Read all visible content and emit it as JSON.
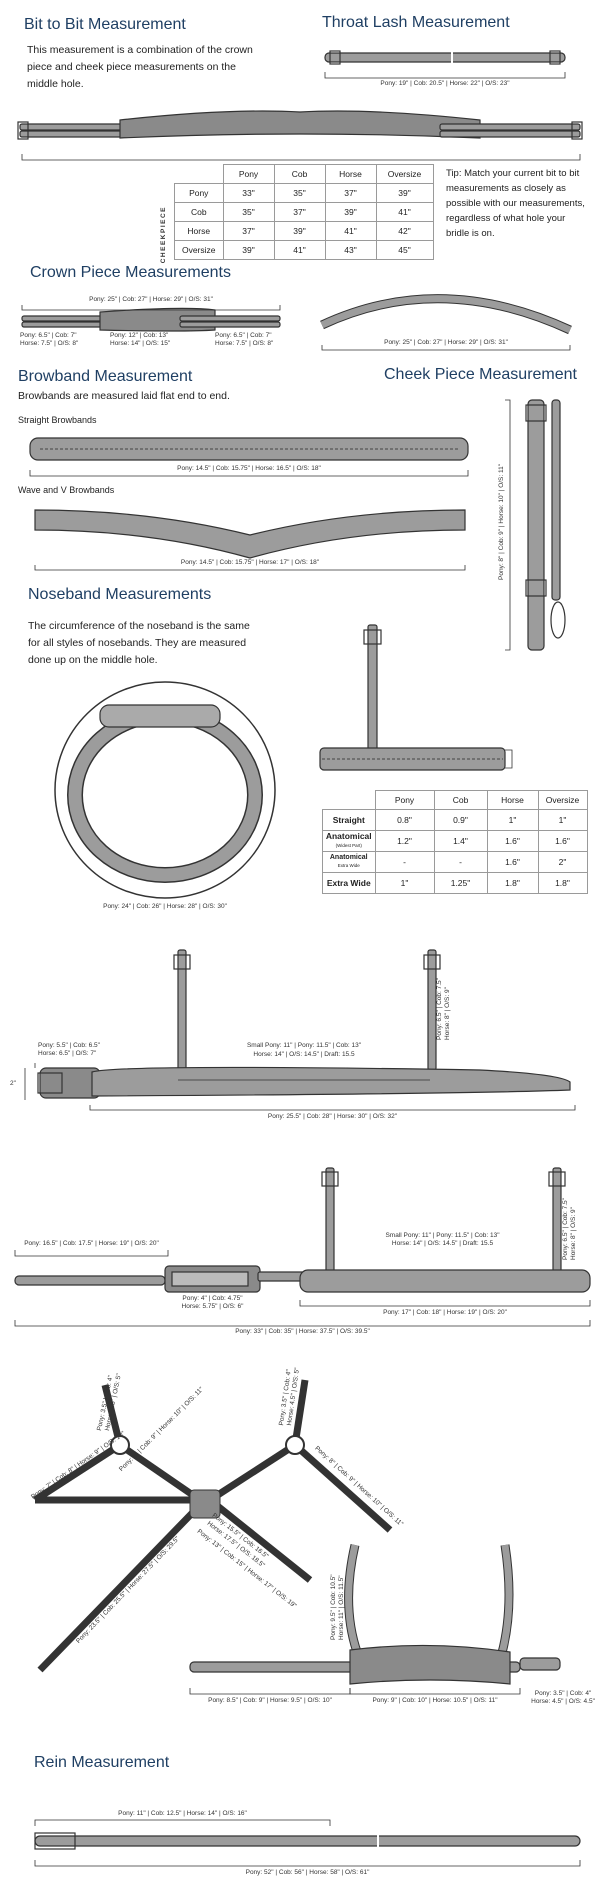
{
  "bit_to_bit": {
    "title": "Bit to Bit Measurement",
    "desc": "This measurement is a combination of the crown piece and cheek piece measurements on the middle hole.",
    "table": {
      "side_label": "CHEEKPIECE",
      "columns": [
        "Pony",
        "Cob",
        "Horse",
        "Oversize"
      ],
      "rows": [
        {
          "label": "Pony",
          "values": [
            "33\"",
            "35\"",
            "37\"",
            "39\""
          ]
        },
        {
          "label": "Cob",
          "values": [
            "35\"",
            "37\"",
            "39\"",
            "41\""
          ]
        },
        {
          "label": "Horse",
          "values": [
            "37\"",
            "39\"",
            "41\"",
            "42\""
          ]
        },
        {
          "label": "Oversize",
          "values": [
            "39\"",
            "41\"",
            "43\"",
            "45\""
          ]
        }
      ]
    },
    "tip": "Tip: Match your current bit to bit measurements as closely as possible with our measurements, regardless of what hole your bridle is on."
  },
  "throat_lash": {
    "title": "Throat Lash Measurement",
    "caption": "Pony: 19\" | Cob: 20.5\" | Horse: 22\" | O/S: 23\""
  },
  "crown_piece": {
    "title": "Crown Piece Measurements",
    "total": "Pony: 25\" | Cob: 27\" | Horse: 29\" | O/S: 31\"",
    "left_a": "Pony: 6.5\" | Cob: 7\"",
    "left_b": "Horse: 7.5\" | O/S: 8\"",
    "mid_a": "Pony: 12\" | Cob: 13\"",
    "mid_b": "Horse: 14\" | O/S: 15\"",
    "right_a": "Pony: 6.5\" | Cob: 7\"",
    "right_b": "Horse: 7.5\" | O/S: 8\"",
    "curved": "Pony: 25\" | Cob: 27\" | Horse: 29\" | O/S: 31\""
  },
  "browband": {
    "title": "Browband Measurement",
    "desc": "Browbands are measured laid flat end to end.",
    "straight_label": "Straight Browbands",
    "straight_caption": "Pony: 14.5\" | Cob: 15.75\" | Horse: 16.5\" | O/S: 18\"",
    "wave_label": "Wave and V Browbands",
    "wave_caption": "Pony: 14.5\" | Cob: 15.75\" | Horse: 17\" | O/S: 18\""
  },
  "cheek_piece": {
    "title": "Cheek Piece Measurement",
    "caption": "Pony: 8\" | Cob: 9\" | Horse: 10\" | O/S: 11\""
  },
  "noseband": {
    "title": "Noseband Measurements",
    "desc": "The circumference of the noseband is the same for all styles of nosebands. They are measured done up on the middle hole.",
    "circ_caption": "Pony: 24\" | Cob: 26\" | Horse: 28\" | O/S: 30\"",
    "width_table": {
      "columns": [
        "Pony",
        "Cob",
        "Horse",
        "Oversize"
      ],
      "rows": [
        {
          "label": "Straight",
          "sub": "",
          "values": [
            "0.8\"",
            "0.9\"",
            "1\"",
            "1\""
          ]
        },
        {
          "label": "Anatomical",
          "sub": "(Widest Part)",
          "values": [
            "1.2\"",
            "1.4\"",
            "1.6\"",
            "1.6\""
          ]
        },
        {
          "label": "Anatomical",
          "sub": "Extra Wide",
          "values": [
            "-",
            "-",
            "1.6\"",
            "2\""
          ]
        },
        {
          "label": "Extra Wide",
          "sub": "",
          "values": [
            "1\"",
            "1.25\"",
            "1.8\"",
            "1.8\""
          ]
        }
      ]
    }
  },
  "cavesson": {
    "buckle_a": "Pony: 5.5\" | Cob: 6.5\"",
    "buckle_b": "Horse: 6.5\" | O/S: 7\"",
    "height": "2\"",
    "mid_a": "Small Pony: 11\" | Pony: 11.5\" | Cob: 13\"",
    "mid_b": "Horse: 14\" | O/S: 14.5\" | Draft: 15.5",
    "strap_a": "Pony: 6.5\" | Cob: 7.5\"",
    "strap_b": "Horse: 8\" | O/S: 9\"",
    "total": "Pony: 25.5\" | Cob: 28\" | Horse: 30\" | O/S: 32\""
  },
  "flash": {
    "left": "Pony: 16.5\" | Cob: 17.5\" | Horse: 19\" | O/S: 20\"",
    "mid_a": "Small Pony: 11\" | Pony: 11.5\" | Cob: 13\"",
    "mid_b": "Horse: 14\" | O/S: 14.5\" | Draft: 15.5",
    "strap_a": "Pony: 6.5\" | Cob: 7.5\"",
    "strap_b": "Horse: 8\" | O/S: 9\"",
    "pad_a": "Pony: 4\" | Cob: 4.75\"",
    "pad_b": "Horse: 5.75\" | O/S: 6\"",
    "right": "Pony: 17\" | Cob: 18\" | Horse: 19\" | O/S: 20\"",
    "total": "Pony: 33\" | Cob: 35\" | Horse: 37.5\" | O/S: 39.5\""
  },
  "figure8": {
    "upper_left_a": "Pony: 3.5\" | Cob: 4\"",
    "upper_left_b": "Horse: 4.5\" | O/S: 5\"",
    "upper_left_long": "Pony: 8\" | Cob: 9\" | Horse: 10\" | O/S: 11\"",
    "upper_right_a": "Pony: 3.5\" | Cob: 4\"",
    "upper_right_b": "Horse: 4.5\" | O/S: 5\"",
    "upper_right_long": "Pony: 8\" | Cob: 9\" | Horse: 10\" | O/S: 11\"",
    "lower_left_short": "Pony: 7\" | Cob: 8\" | Horse: 9\" | O/S: 10\"",
    "lower_left_long": "Pony: 23.5\" | Cob: 25.5\" | Horse: 27.5\" | O/S: 29.5\"",
    "center_a": "Pony: 15.5\" | Cob: 16.5\"",
    "center_b": "Horse: 17.5\" | O/S: 18.5\"",
    "center_c": "Pony: 13\" | Cob: 15\" | Horse: 17\" | O/S: 19\""
  },
  "drop": {
    "strap_a": "Pony: 9.5\" | Cob: 10.5\"",
    "strap_b": "Horse: 11\" | O/S: 11.5\"",
    "left": "Pony: 8.5\" | Cob: 9\" | Horse: 9.5\" | O/S: 10\"",
    "mid": "Pony: 9\" | Cob: 10\" | Horse: 10.5\" | O/S: 11\"",
    "right_a": "Pony: 3.5\" | Cob: 4\"",
    "right_b": "Horse: 4.5\" | O/S: 4.5\""
  },
  "rein": {
    "title": "Rein Measurement",
    "top": "Pony: 11\" | Cob: 12.5\" | Horse: 14\" | O/S: 16\"",
    "total": "Pony: 52\" | Cob: 56\" | Horse: 58\" | O/S: 61\""
  },
  "colors": {
    "heading": "#1f3f63",
    "strap_fill": "#9c9c9c",
    "strap_dark": "#6e6e6e",
    "stroke": "#333333"
  }
}
